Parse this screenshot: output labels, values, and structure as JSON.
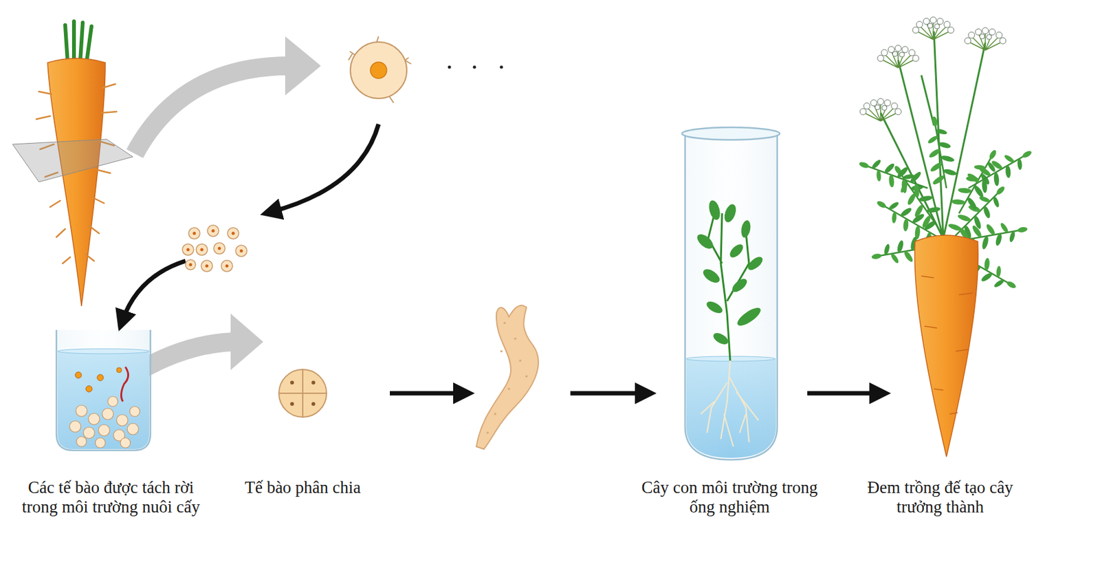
{
  "diagram": {
    "labels": [
      "Các tế bào được tách rời trong môi trường nuôi cấy",
      "Tế bào phân chia",
      "Cây con môi trường trong ống nghiệm",
      "Đem trồng đế tạo cây trưởng thành"
    ]
  }
}
